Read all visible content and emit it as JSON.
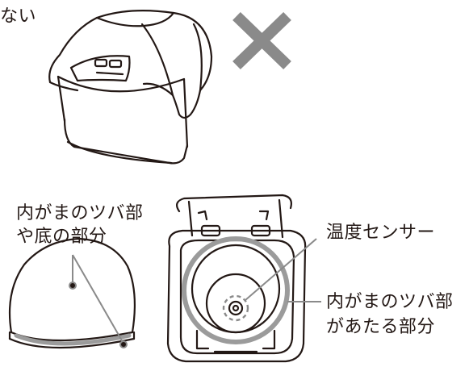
{
  "top_text": "ない",
  "labels": {
    "rim_and_bottom_line1": "内がまのツバ部",
    "rim_and_bottom_line2": "や底の部分",
    "temperature_sensor": "温度センサー",
    "rim_contact_line1": "内がまのツバ部",
    "rim_contact_line2": "があたる部分"
  },
  "icons": {
    "prohibited": "cross-mark-icon"
  },
  "colors": {
    "line": "#231815",
    "cross": "#8a8a8a",
    "highlight": "#9b9b9b"
  }
}
